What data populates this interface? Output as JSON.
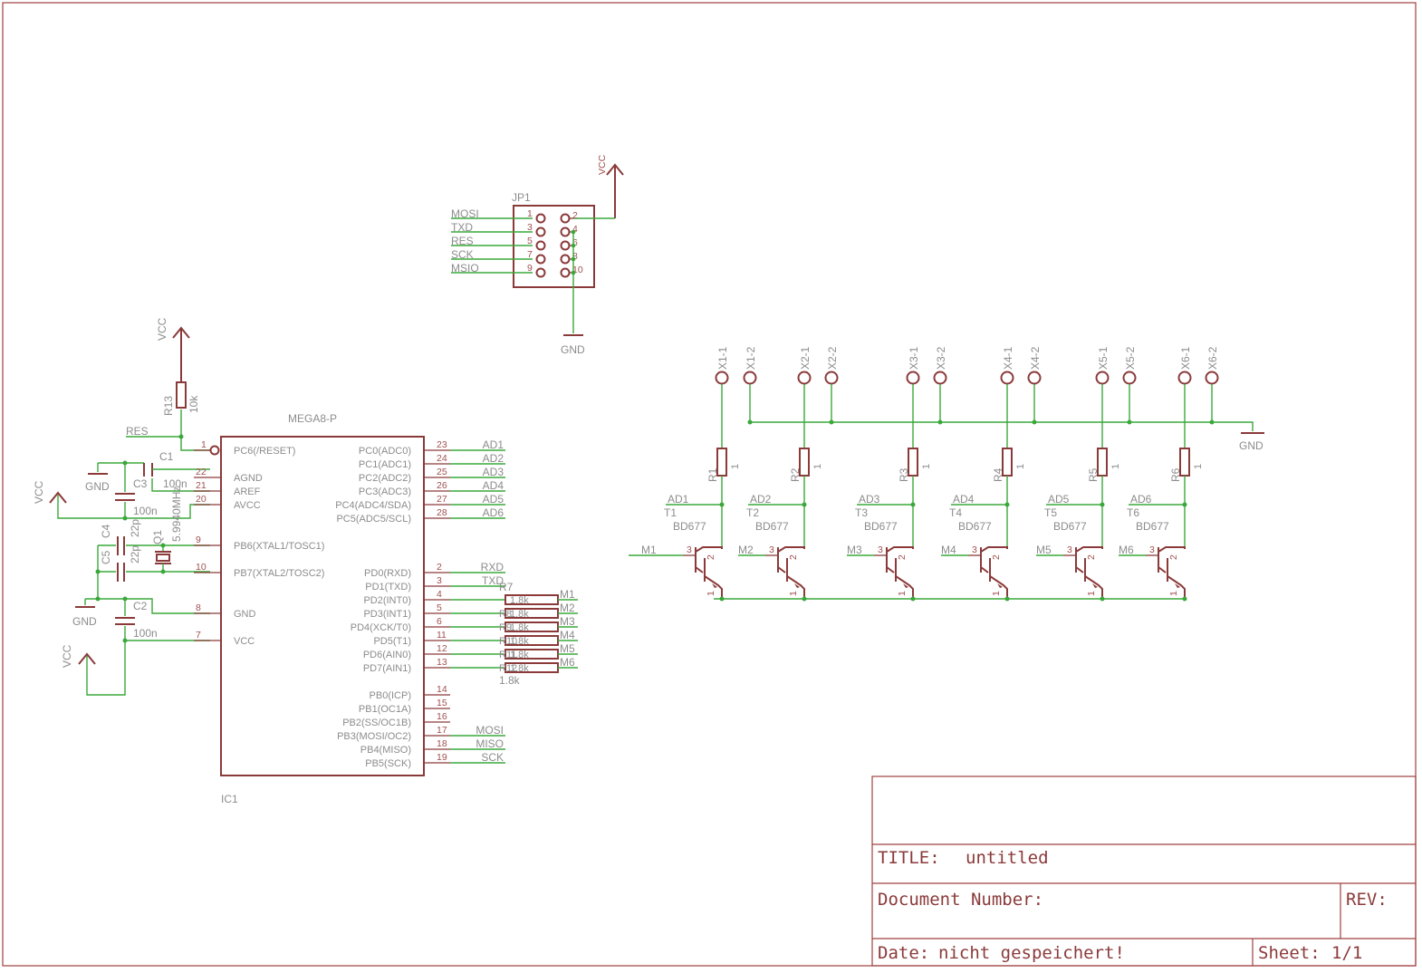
{
  "title_block": {
    "title_label": "TITLE:",
    "title_value": "untitled",
    "docnum_label": "Document Number:",
    "rev_label": "REV:",
    "date_label": "Date:",
    "date_value": "nicht gespeichert!",
    "sheet_label": "Sheet:",
    "sheet_value": "1/1"
  },
  "ic1": {
    "name": "IC1",
    "value": "MEGA8-P",
    "left_pins": [
      {
        "num": "1",
        "label": "PC6(/RESET)"
      },
      {
        "num": "22",
        "label": "AGND"
      },
      {
        "num": "21",
        "label": "AREF"
      },
      {
        "num": "20",
        "label": "AVCC"
      },
      {
        "num": "9",
        "label": "PB6(XTAL1/TOSC1)"
      },
      {
        "num": "10",
        "label": "PB7(XTAL2/TOSC2)"
      },
      {
        "num": "8",
        "label": "GND"
      },
      {
        "num": "7",
        "label": "VCC"
      }
    ],
    "right_pins": [
      {
        "num": "23",
        "label": "PC0(ADC0)",
        "net": "AD1"
      },
      {
        "num": "24",
        "label": "PC1(ADC1)",
        "net": "AD2"
      },
      {
        "num": "25",
        "label": "PC2(ADC2)",
        "net": "AD3"
      },
      {
        "num": "26",
        "label": "PC3(ADC3)",
        "net": "AD4"
      },
      {
        "num": "27",
        "label": "PC4(ADC4/SDA)",
        "net": "AD5"
      },
      {
        "num": "28",
        "label": "PC5(ADC5/SCL)",
        "net": "AD6"
      },
      {
        "num": "2",
        "label": "PD0(RXD)",
        "net": "RXD"
      },
      {
        "num": "3",
        "label": "PD1(TXD)",
        "net": "TXD"
      },
      {
        "num": "4",
        "label": "PD2(INT0)",
        "net": ""
      },
      {
        "num": "5",
        "label": "PD3(INT1)",
        "net": ""
      },
      {
        "num": "6",
        "label": "PD4(XCK/T0)",
        "net": ""
      },
      {
        "num": "11",
        "label": "PD5(T1)",
        "net": ""
      },
      {
        "num": "12",
        "label": "PD6(AIN0)",
        "net": ""
      },
      {
        "num": "13",
        "label": "PD7(AIN1)",
        "net": ""
      },
      {
        "num": "14",
        "label": "PB0(ICP)",
        "net": ""
      },
      {
        "num": "15",
        "label": "PB1(OC1A)",
        "net": ""
      },
      {
        "num": "16",
        "label": "PB2(SS/OC1B)",
        "net": ""
      },
      {
        "num": "17",
        "label": "PB3(MOSI/OC2)",
        "net": "MOSI"
      },
      {
        "num": "18",
        "label": "PB4(MISO)",
        "net": "MISO"
      },
      {
        "num": "19",
        "label": "PB5(SCK)",
        "net": "SCK"
      }
    ]
  },
  "jp1": {
    "name": "JP1",
    "nets": [
      "MOSI",
      "TXD",
      "RES",
      "SCK",
      "MSIO"
    ],
    "odd_pins": [
      "1",
      "3",
      "5",
      "7",
      "9"
    ],
    "even_pins": [
      "2",
      "4",
      "6",
      "8",
      "10"
    ],
    "vcc": "VCC",
    "gnd": "GND"
  },
  "power": {
    "vcc": "VCC",
    "gnd": "GND",
    "res": "RES",
    "r13_name": "R13",
    "r13_value": "10k",
    "c1_name": "C1",
    "c1_value": "100n",
    "c3_name": "C3",
    "c3_value": "100n",
    "c4_name": "C4",
    "c4_value": "22p",
    "c5_name": "C5",
    "c5_value": "22p",
    "c2_name": "C2",
    "c2_value": "100n",
    "q1_name": "Q1",
    "q1_value": "5.9940MHz"
  },
  "motor_resistors": {
    "names": [
      "R7",
      "R8",
      "R9",
      "R10",
      "R11",
      "R12"
    ],
    "value": "1.8k",
    "nets": [
      "M1",
      "M2",
      "M3",
      "M4",
      "M5",
      "M6"
    ]
  },
  "drivers": [
    {
      "x1": "X1-1",
      "x2": "X1-2",
      "r": "R1",
      "rv": "1",
      "ad": "AD1",
      "t": "T1",
      "tv": "BD677",
      "m": "M1"
    },
    {
      "x1": "X2-1",
      "x2": "X2-2",
      "r": "R2",
      "rv": "1",
      "ad": "AD2",
      "t": "T2",
      "tv": "BD677",
      "m": "M2"
    },
    {
      "x1": "X3-1",
      "x2": "X3-2",
      "r": "R3",
      "rv": "1",
      "ad": "AD3",
      "t": "T3",
      "tv": "BD677",
      "m": "M3"
    },
    {
      "x1": "X4-1",
      "x2": "X4-2",
      "r": "R4",
      "rv": "1",
      "ad": "AD4",
      "t": "T4",
      "tv": "BD677",
      "m": "M4"
    },
    {
      "x1": "X5-1",
      "x2": "X5-2",
      "r": "R5",
      "rv": "1",
      "ad": "AD5",
      "t": "T5",
      "tv": "BD677",
      "m": "M5"
    },
    {
      "x1": "X6-1",
      "x2": "X6-2",
      "r": "R6",
      "rv": "1",
      "ad": "AD6",
      "t": "T6",
      "tv": "BD677",
      "m": "M6"
    }
  ],
  "transistor_pins": {
    "b": "3",
    "c": "2",
    "e": "1"
  },
  "drivers_gnd": "GND"
}
